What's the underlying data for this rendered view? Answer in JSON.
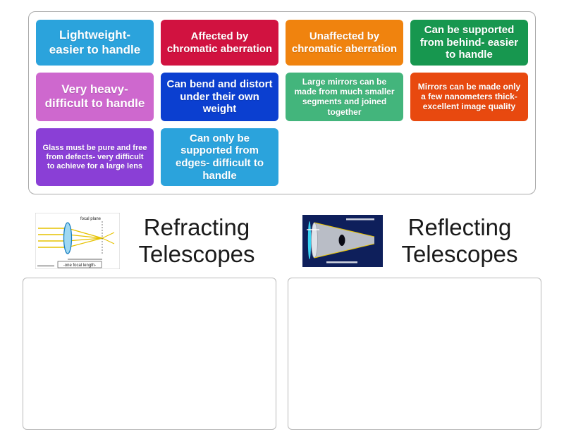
{
  "tile_bank": {
    "tiles": [
      {
        "label": "Lightweight- easier to handle",
        "color": "#2ba3dc",
        "size": "lg"
      },
      {
        "label": "Affected by chromatic aberration",
        "color": "#d11240",
        "size": "md"
      },
      {
        "label": "Unaffected by chromatic aberration",
        "color": "#f0830e",
        "size": "md"
      },
      {
        "label": "Can be supported from behind- easier to handle",
        "color": "#17974f",
        "size": "md"
      },
      {
        "label": "Very heavy- difficult to handle",
        "color": "#ce68ce",
        "size": "lg"
      },
      {
        "label": "Can bend and distort under their own weight",
        "color": "#0b3fd0",
        "size": "md"
      },
      {
        "label": "Large mirrors can be made from much smaller segments and joined together",
        "color": "#43b57c",
        "size": "sm"
      },
      {
        "label": "Mirrors can be made only a few nanometers thick- excellent image quality",
        "color": "#e8490f",
        "size": "sm"
      },
      {
        "label": "Glass must be pure and free from defects- very difficult to achieve for a large lens",
        "color": "#8a3fd6",
        "size": "xs"
      },
      {
        "label": "Can only be supported from edges- difficult to handle",
        "color": "#2ba3dc",
        "size": "md"
      }
    ]
  },
  "groups": [
    {
      "title": "Refracting Telescopes",
      "image_labels": {
        "top": "focal plane",
        "bottom": "-one focal length-"
      }
    },
    {
      "title": "Reflecting Telescopes"
    }
  ]
}
